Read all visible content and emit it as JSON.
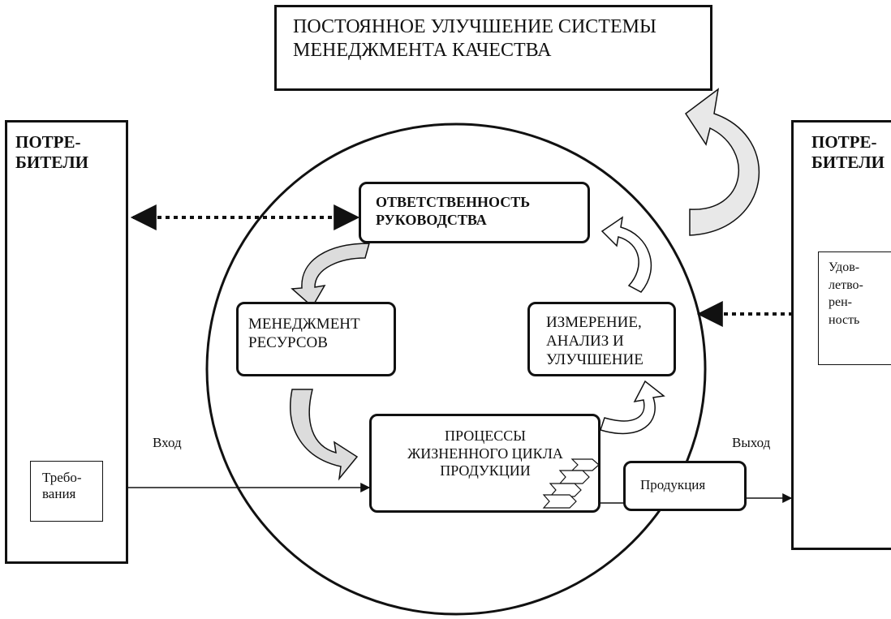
{
  "top_box": {
    "text": "ПОСТОЯННОЕ УЛУЧШЕНИЕ СИСТЕМЫ\nМЕНЕДЖМЕНТА КАЧЕСТВА"
  },
  "left_column": {
    "title": "ПОТРЕ-\nБИТЕЛИ",
    "requirements": "Требо-\nвания"
  },
  "right_column": {
    "title": "ПОТРЕ-\nБИТЕЛИ",
    "satisfaction": "Удов-\nлетво-\nрен-\nность"
  },
  "blocks": {
    "management_responsibility": "ОТВЕТСТВЕННОСТЬ\nРУКОВОДСТВА",
    "resource_management": "МЕНЕДЖМЕНТ\nРЕСУРСОВ",
    "measurement": "ИЗМЕРЕНИЕ,\nАНАЛИЗ И\nУЛУЧШЕНИЕ",
    "lifecycle": "ПРОЦЕССЫ\nЖИЗНЕННОГО ЦИКЛА\nПРОДУКЦИИ",
    "product": "Продукция"
  },
  "flow_labels": {
    "input": "Вход",
    "output": "Выход"
  },
  "colors": {
    "ink": "#111111",
    "paper": "#ffffff",
    "shade": "#dcdcdc"
  }
}
